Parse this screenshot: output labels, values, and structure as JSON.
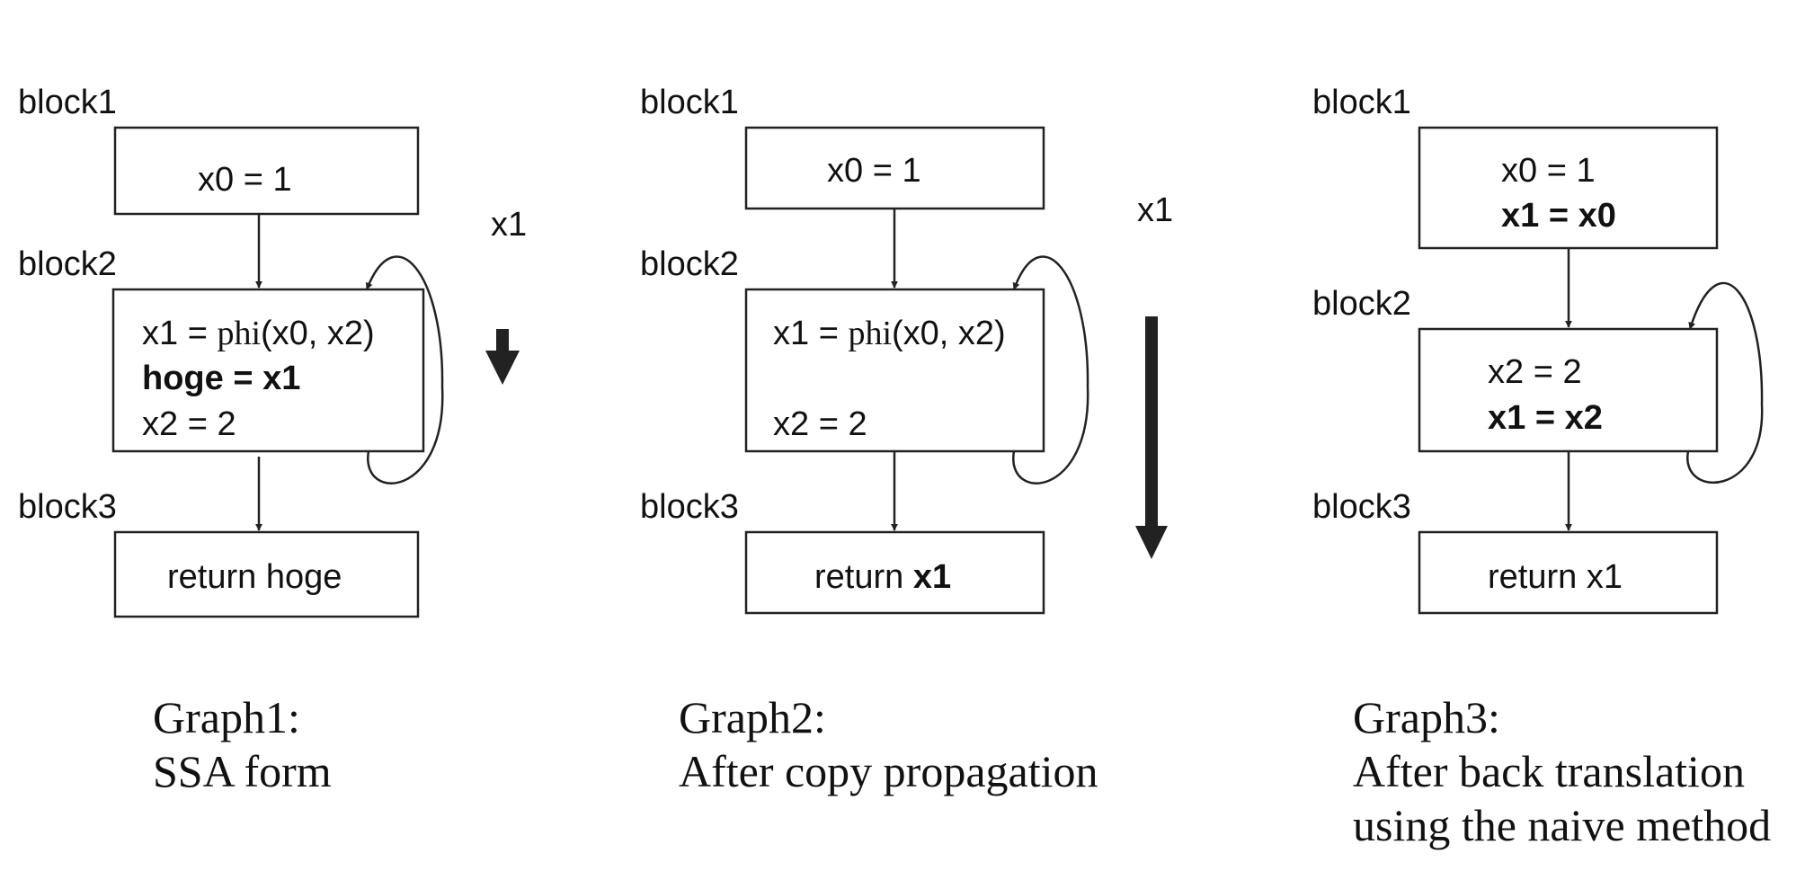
{
  "graph1": {
    "block1_label": "block1",
    "block2_label": "block2",
    "block3_label": "block3",
    "block1_line1": "x0 = 1",
    "block2_line1_prefix": "x1 = ",
    "block2_line1_phi": "phi",
    "block2_line1_args": "(x0, x2)",
    "block2_line2": "hoge = x1",
    "block2_line3": "x2 = 2",
    "block3_line1": "return hoge",
    "annotation": "x1",
    "caption_line1": "Graph1:",
    "caption_line2": "SSA form"
  },
  "graph2": {
    "block1_label": "block1",
    "block2_label": "block2",
    "block3_label": "block3",
    "block1_line1": "x0 = 1",
    "block2_line1_prefix": "x1 = ",
    "block2_line1_phi": "phi",
    "block2_line1_args": "(x0, x2)",
    "block2_line3": "x2 = 2",
    "block3_return": "return ",
    "block3_var": "x1",
    "annotation": "x1",
    "caption_line1": "Graph2:",
    "caption_line2": "After copy propagation"
  },
  "graph3": {
    "block1_label": "block1",
    "block2_label": "block2",
    "block3_label": "block3",
    "block1_line1": "x0 = 1",
    "block1_line2": "x1 = x0",
    "block2_line1": "x2 = 2",
    "block2_line2": "x1 = x2",
    "block3_line1": "return x1",
    "caption_line1": "Graph3:",
    "caption_line2": "After back translation",
    "caption_line3": "using the naive method"
  }
}
